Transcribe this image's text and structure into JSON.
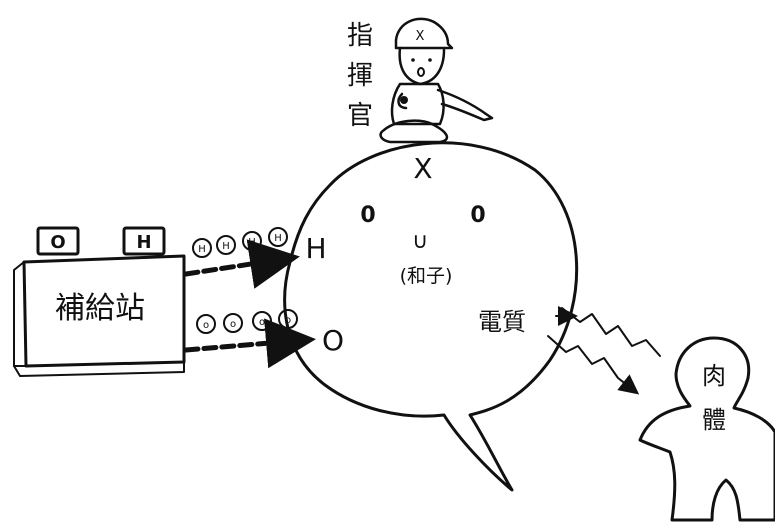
{
  "commander": {
    "label_chars": [
      "指",
      "揮",
      "官"
    ],
    "cap_mark": "X",
    "pointer_mark": "X"
  },
  "supply_station": {
    "label": "補給站",
    "tank_labels": [
      "O",
      "H"
    ]
  },
  "body_blob": {
    "left_eye": "0",
    "right_eye": "0",
    "mouth": "∪",
    "name": "(和子)",
    "input_h_label": "H",
    "input_o_label": "O",
    "electron_label": "電質"
  },
  "flows": {
    "h_particles": [
      "H",
      "H",
      "H",
      "H"
    ],
    "o_particles": [
      "o",
      "o",
      "o",
      "o"
    ]
  },
  "flesh": {
    "label_chars": [
      "肉",
      "體"
    ]
  }
}
